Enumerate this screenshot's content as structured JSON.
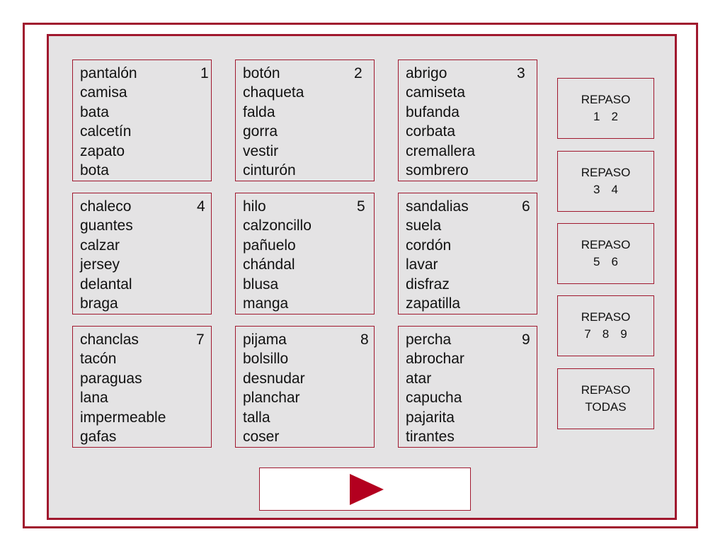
{
  "groups": [
    {
      "number": "1",
      "words": [
        "pantalón",
        "camisa",
        "bata",
        "calcetín",
        "zapato",
        "bota"
      ]
    },
    {
      "number": "2",
      "words": [
        "botón",
        "chaqueta",
        "falda",
        "gorra",
        "vestir",
        "cinturón"
      ]
    },
    {
      "number": "3",
      "words": [
        "abrigo",
        "camiseta",
        "bufanda",
        "corbata",
        "cremallera",
        "sombrero"
      ]
    },
    {
      "number": "4",
      "words": [
        "chaleco",
        "guantes",
        "calzar",
        "jersey",
        "delantal",
        "braga"
      ]
    },
    {
      "number": "5",
      "words": [
        "hilo",
        "calzoncillo",
        "pañuelo",
        "chándal",
        "blusa",
        "manga"
      ]
    },
    {
      "number": "6",
      "words": [
        "sandalias",
        "suela",
        "cordón",
        "lavar",
        "disfraz",
        "zapatilla"
      ]
    },
    {
      "number": "7",
      "words": [
        "chanclas",
        "tacón",
        "paraguas",
        "lana",
        "impermeable",
        "gafas"
      ]
    },
    {
      "number": "8",
      "words": [
        "pijama",
        "bolsillo",
        "desnudar",
        "planchar",
        "talla",
        "coser"
      ]
    },
    {
      "number": "9",
      "words": [
        "percha",
        "abrochar",
        "atar",
        "capucha",
        "pajarita",
        "tirantes"
      ]
    }
  ],
  "review_buttons": [
    {
      "label": "REPASO",
      "numbers": [
        "1",
        "2"
      ]
    },
    {
      "label": "REPASO",
      "numbers": [
        "3",
        "4"
      ]
    },
    {
      "label": "REPASO",
      "numbers": [
        "5",
        "6"
      ]
    },
    {
      "label": "REPASO",
      "numbers": [
        "7",
        "8",
        "9"
      ]
    },
    {
      "label": "REPASO",
      "subtitle": "TODAS"
    }
  ],
  "next_button": {
    "icon": "play-icon"
  },
  "colors": {
    "frame": "#a0182e",
    "panel_bg": "#e4e3e4",
    "arrow": "#b3001f"
  }
}
